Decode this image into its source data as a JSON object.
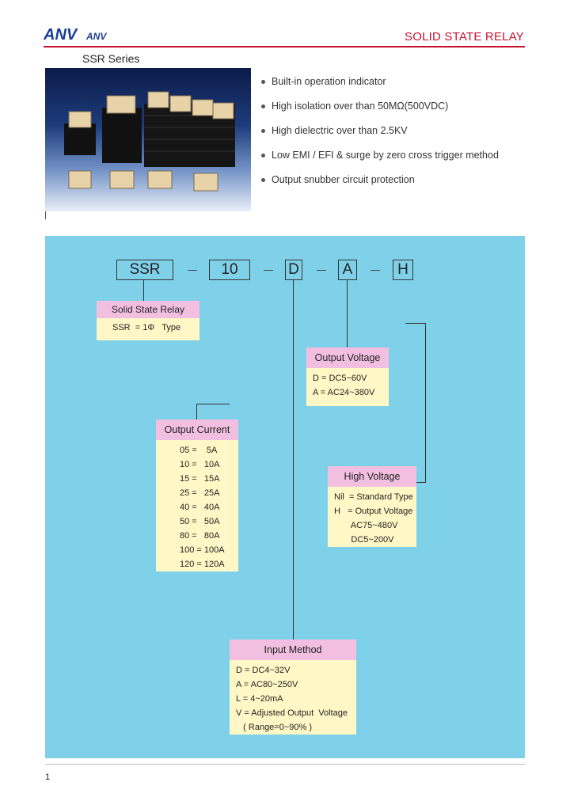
{
  "header": {
    "logo_text": "ANV ANV",
    "title": "SOLID STATE RELAY",
    "series": "SSR Series",
    "accent_color": "#c8102e"
  },
  "features": [
    "Built-in operation indicator",
    "High isolation over than 50MΩ(500VDC)",
    "High dielectric over than 2.5KV",
    "Low EMI / EFI & surge by zero cross trigger method",
    "Output snubber circuit protection"
  ],
  "code": {
    "parts": [
      "SSR",
      "10",
      "D",
      "A",
      "H"
    ]
  },
  "boxes": {
    "solid_state_relay": {
      "title": "Solid State Relay",
      "rows": [
        "SSR  = 1Φ   Type"
      ]
    },
    "output_voltage": {
      "title": "Output Voltage",
      "rows": [
        "D = DC5~60V",
        "A = AC24~380V"
      ]
    },
    "output_current": {
      "title": "Output Current",
      "rows": [
        "05 =    5A",
        "10 =   10A",
        "15 =   15A",
        "25 =   25A",
        "40 =   40A",
        "50 =   50A",
        "80 =   80A",
        "100 = 100A",
        "120 = 120A"
      ]
    },
    "high_voltage": {
      "title": "High Voltage",
      "rows": [
        "Nil  = Standard Type",
        "H   = Output Voltage",
        "       AC75~480V",
        "       DC5~200V"
      ]
    },
    "input_method": {
      "title": "Input Method",
      "rows": [
        "D = DC4~32V",
        "A = AC80~250V",
        "L = 4~20mA",
        "V = Adjusted Output  Voltage",
        "   ( Range=0~90% )"
      ]
    }
  },
  "colors": {
    "panel": "#7fd1ea",
    "box_header": "#f3bfe0",
    "box_body": "#fff8c6"
  },
  "footer": {
    "page": "1"
  }
}
